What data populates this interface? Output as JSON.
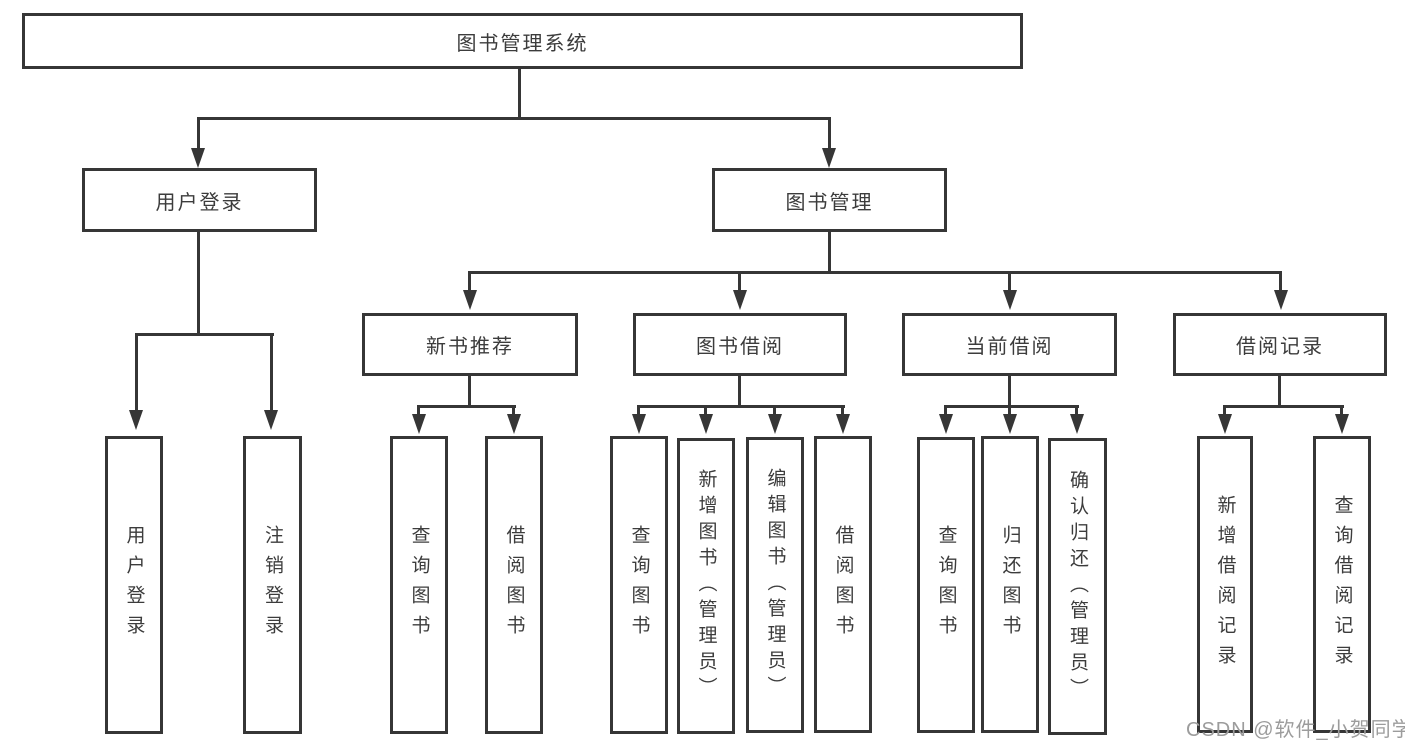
{
  "diagram": {
    "type": "tree-structure-chart",
    "title": "图书管理系统",
    "colors": {
      "line": "#363636",
      "border": "#363636",
      "text": "#3c3c3c",
      "background": "#ffffff",
      "watermark": "#9c9c9c"
    },
    "nodes": {
      "root": {
        "label": "图书管理系统"
      },
      "user_login": {
        "label": "用户登录"
      },
      "book_management": {
        "label": "图书管理"
      },
      "new_book_rec": {
        "label": "新书推荐"
      },
      "book_borrow": {
        "label": "图书借阅"
      },
      "current_borrow": {
        "label": "当前借阅"
      },
      "borrow_records": {
        "label": "借阅记录"
      },
      "leaf_user_login": {
        "label": "用户登录"
      },
      "leaf_logout": {
        "label": "注销登录"
      },
      "leaf_nb_query": {
        "label": "查询图书"
      },
      "leaf_nb_borrow": {
        "label": "借阅图书"
      },
      "leaf_bb_query": {
        "label": "查询图书"
      },
      "leaf_bb_add": {
        "label": "新增图书（管理员）"
      },
      "leaf_bb_edit": {
        "label": "编辑图书（管理员）"
      },
      "leaf_bb_borrow": {
        "label": "借阅图书"
      },
      "leaf_cb_query": {
        "label": "查询图书"
      },
      "leaf_cb_return": {
        "label": "归还图书"
      },
      "leaf_cb_confirm": {
        "label": "确认归还（管理员）"
      },
      "leaf_rec_add": {
        "label": "新增借阅记录"
      },
      "leaf_rec_query": {
        "label": "查询借阅记录"
      }
    },
    "edges": [
      {
        "from": "图书管理系统",
        "to": "用户登录"
      },
      {
        "from": "图书管理系统",
        "to": "图书管理"
      },
      {
        "from": "用户登录",
        "to": "用户登录"
      },
      {
        "from": "用户登录",
        "to": "注销登录"
      },
      {
        "from": "图书管理",
        "to": "新书推荐"
      },
      {
        "from": "图书管理",
        "to": "图书借阅"
      },
      {
        "from": "图书管理",
        "to": "当前借阅"
      },
      {
        "from": "图书管理",
        "to": "借阅记录"
      },
      {
        "from": "新书推荐",
        "to": "查询图书"
      },
      {
        "from": "新书推荐",
        "to": "借阅图书"
      },
      {
        "from": "图书借阅",
        "to": "查询图书"
      },
      {
        "from": "图书借阅",
        "to": "新增图书（管理员）"
      },
      {
        "from": "图书借阅",
        "to": "编辑图书（管理员）"
      },
      {
        "from": "图书借阅",
        "to": "借阅图书"
      },
      {
        "from": "当前借阅",
        "to": "查询图书"
      },
      {
        "from": "当前借阅",
        "to": "归还图书"
      },
      {
        "from": "当前借阅",
        "to": "确认归还（管理员）"
      },
      {
        "from": "借阅记录",
        "to": "新增借阅记录"
      },
      {
        "from": "借阅记录",
        "to": "查询借阅记录"
      }
    ]
  },
  "watermark": {
    "text": "CSDN @软件_小贺同学"
  }
}
